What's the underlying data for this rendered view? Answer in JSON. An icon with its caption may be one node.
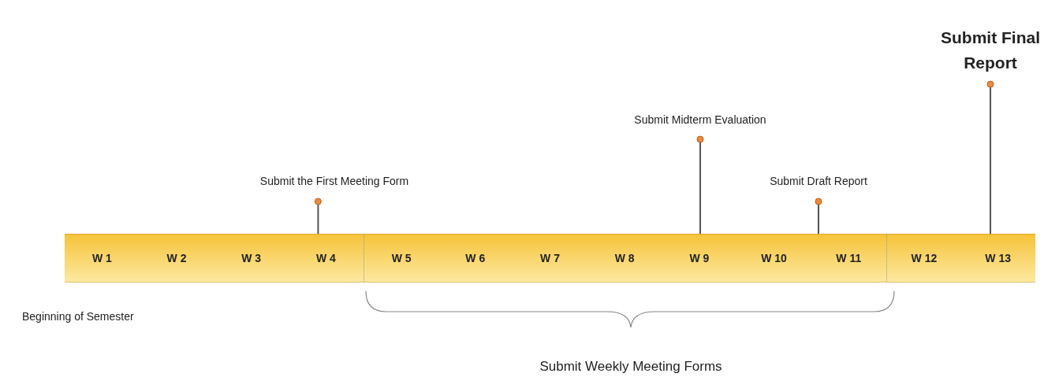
{
  "diagram": {
    "nodes": [
      {
        "text": [],
        "shape": "bar"
      },
      {
        "text": [
          "W 1"
        ],
        "in": 0
      },
      {
        "text": [
          "W 2"
        ],
        "in": 0
      },
      {
        "text": [
          "W 3"
        ],
        "in": 0
      },
      {
        "text": [
          "W 4"
        ],
        "in": 0
      },
      {
        "text": [
          "W 5"
        ],
        "in": 0
      },
      {
        "text": [
          "W 6"
        ],
        "in": 0
      },
      {
        "text": [
          "W 7"
        ],
        "in": 0
      },
      {
        "text": [
          "W 8"
        ],
        "in": 0
      },
      {
        "text": [
          "W 9"
        ],
        "in": 0
      },
      {
        "text": [
          "W 10"
        ],
        "in": 0
      },
      {
        "text": [
          "W 11"
        ],
        "in": 0
      },
      {
        "text": [
          "W 12"
        ],
        "in": 0
      },
      {
        "text": [
          "W 13"
        ],
        "in": 0
      },
      {
        "text": [
          "Submit the First Meeting Form"
        ]
      },
      {
        "text": [
          "Submit Midterm Evaluation"
        ]
      },
      {
        "text": [
          "Submit Draft Report"
        ]
      },
      {
        "text": [
          "Submit Final Report"
        ]
      }
    ],
    "edges": [
      {
        "from": 14,
        "to": 4,
        "arrow": "other"
      },
      {
        "from": 15,
        "to": 9,
        "arrow": "other"
      },
      {
        "from": 16,
        "to": 0,
        "arrow": "other"
      },
      {
        "from": 17,
        "to": 13,
        "arrow": "other"
      }
    ],
    "labels": [
      "Beginning of Semester",
      "Submit Weekly Meeting Forms"
    ]
  }
}
